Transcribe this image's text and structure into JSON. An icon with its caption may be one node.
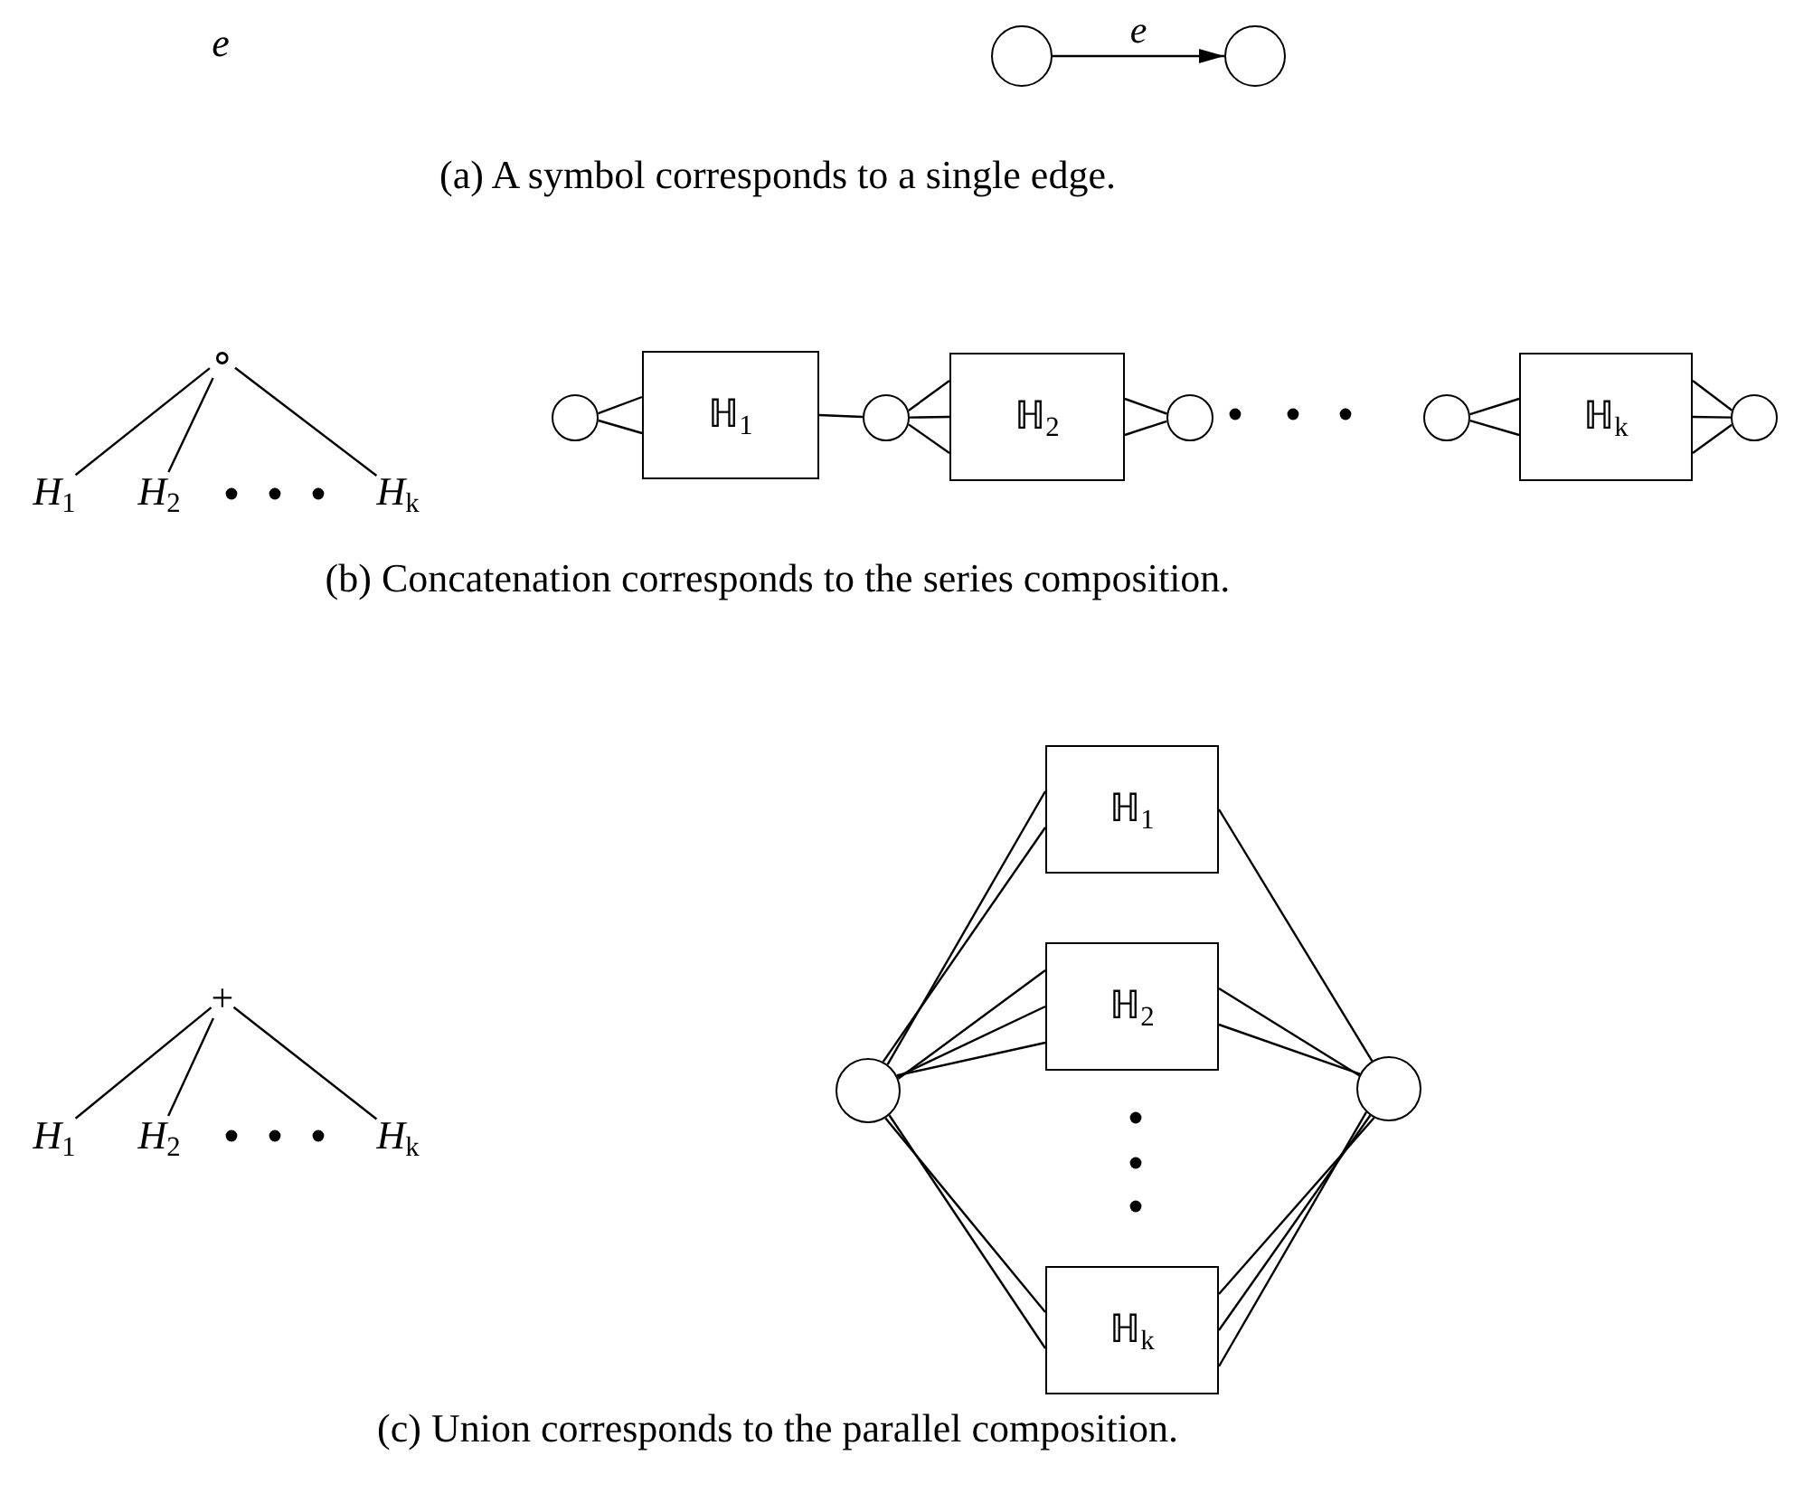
{
  "diagram": {
    "nodes": [
      {
        "text": [],
        "shape": "circle"
      },
      {
        "text": [],
        "shape": "circle"
      },
      {
        "text": [
          "∘"
        ]
      },
      {
        "text": [
          "*H*$_{1}$"
        ]
      },
      {
        "text": [
          "*H*$_{2}$"
        ]
      },
      {
        "text": [
          "*H*$_{k}$"
        ]
      },
      {
        "text": [],
        "shape": "circle"
      },
      {
        "text": [
          "ℍ$_{1}$"
        ]
      },
      {
        "text": [],
        "shape": "circle"
      },
      {
        "text": [
          "ℍ$_{2}$"
        ]
      },
      {
        "text": [],
        "shape": "circle"
      },
      {
        "text": [],
        "shape": "circle"
      },
      {
        "text": [
          "ℍ$_{k}$"
        ]
      },
      {
        "text": [],
        "shape": "circle"
      },
      {
        "text": [
          "+"
        ]
      },
      {
        "text": [
          "*H*$_{1}$"
        ]
      },
      {
        "text": [
          "*H*$_{2}$"
        ]
      },
      {
        "text": [
          "*H*$_{k}$"
        ]
      },
      {
        "text": [],
        "shape": "circle"
      },
      {
        "text": [
          "ℍ$_{1}$"
        ]
      },
      {
        "text": [
          "ℍ$_{2}$"
        ]
      },
      {
        "text": [
          "ℍ$_{k}$"
        ]
      },
      {
        "text": [],
        "shape": "circle"
      }
    ],
    "edges": [
      {
        "from": 0,
        "to": 1,
        "arrow": "to",
        "label": "e"
      },
      {
        "from": 2,
        "to": 3,
        "arrow": "none"
      },
      {
        "from": 2,
        "to": 4,
        "arrow": "none"
      },
      {
        "from": 2,
        "to": 5,
        "arrow": "none"
      },
      {
        "from": 6,
        "to": 7,
        "arrow": "none"
      },
      {
        "from": 6,
        "to": 7,
        "arrow": "none"
      },
      {
        "from": 7,
        "to": 8,
        "arrow": "none"
      },
      {
        "from": 8,
        "to": 9,
        "arrow": "none"
      },
      {
        "from": 8,
        "to": 9,
        "arrow": "none"
      },
      {
        "from": 8,
        "to": 9,
        "arrow": "none"
      },
      {
        "from": 9,
        "to": 10,
        "arrow": "none"
      },
      {
        "from": 9,
        "to": 10,
        "arrow": "none"
      },
      {
        "from": 11,
        "to": 12,
        "arrow": "none"
      },
      {
        "from": 11,
        "to": 12,
        "arrow": "none"
      },
      {
        "from": 12,
        "to": 13,
        "arrow": "none"
      },
      {
        "from": 12,
        "to": 13,
        "arrow": "none"
      },
      {
        "from": 12,
        "to": 13,
        "arrow": "none"
      },
      {
        "from": 14,
        "to": 15,
        "arrow": "none"
      },
      {
        "from": 14,
        "to": 16,
        "arrow": "none"
      },
      {
        "from": 14,
        "to": 17,
        "arrow": "none"
      },
      {
        "from": 18,
        "to": 19,
        "arrow": "none"
      },
      {
        "from": 18,
        "to": 19,
        "arrow": "none"
      },
      {
        "from": 18,
        "to": 20,
        "arrow": "none"
      },
      {
        "from": 18,
        "to": 20,
        "arrow": "none"
      },
      {
        "from": 18,
        "to": 20,
        "arrow": "none"
      },
      {
        "from": 18,
        "to": 21,
        "arrow": "none"
      },
      {
        "from": 18,
        "to": 21,
        "arrow": "none"
      },
      {
        "from": 19,
        "to": 22,
        "arrow": "none"
      },
      {
        "from": 20,
        "to": 22,
        "arrow": "none"
      },
      {
        "from": 20,
        "to": 22,
        "arrow": "none"
      },
      {
        "from": 21,
        "to": 22,
        "arrow": "none"
      },
      {
        "from": 21,
        "to": 22,
        "arrow": "none"
      },
      {
        "from": 21,
        "to": 22,
        "arrow": "none"
      }
    ],
    "labels": [
      "e",
      "(a) A symbol corresponds to a single edge.",
      "(b) Concatenation corresponds to the series composition.",
      "(c) Union corresponds to the parallel composition."
    ]
  }
}
